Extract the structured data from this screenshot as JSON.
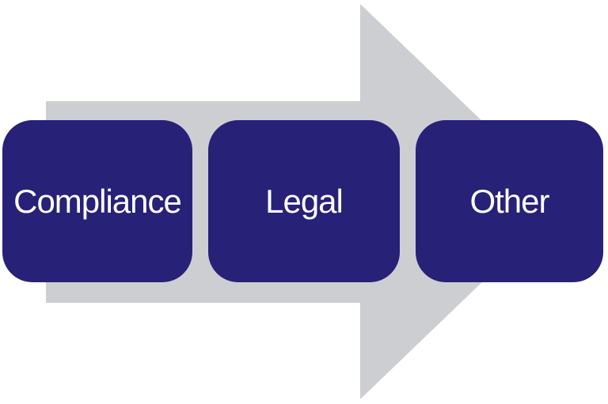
{
  "diagram": {
    "type": "horizontal-arrow-process",
    "direction": "right",
    "steps": [
      {
        "label": "Compliance"
      },
      {
        "label": "Legal"
      },
      {
        "label": "Other"
      }
    ]
  },
  "colors": {
    "background": "#FFFFFF",
    "arrow": "#CDCED1",
    "box": "#272178",
    "box_text": "#FFFFFF"
  }
}
